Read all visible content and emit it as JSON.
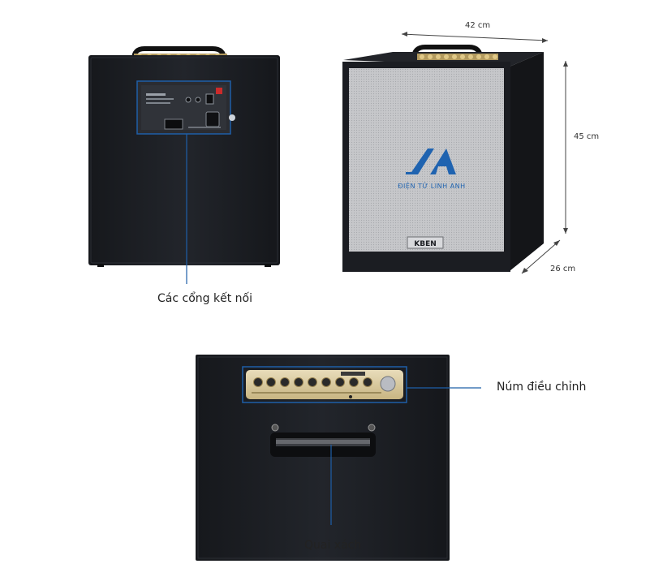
{
  "labels": {
    "ports": "Các cổng kết nối",
    "knobs": "Núm điều chỉnh",
    "handle": "Quai xách"
  },
  "dimensions": {
    "width": "42 cm",
    "height": "45 cm",
    "depth": "26 cm"
  },
  "watermark": {
    "text": "ĐIỆN TỬ LINH ANH"
  },
  "brand": {
    "logo": "KBEN"
  },
  "colors": {
    "speaker_body": "#1b1d22",
    "grille": "#c9cacd",
    "accent_blue": "#1f63b0",
    "callout_blue": "#1e5fa8",
    "gold_panel": "#d9c79b"
  }
}
